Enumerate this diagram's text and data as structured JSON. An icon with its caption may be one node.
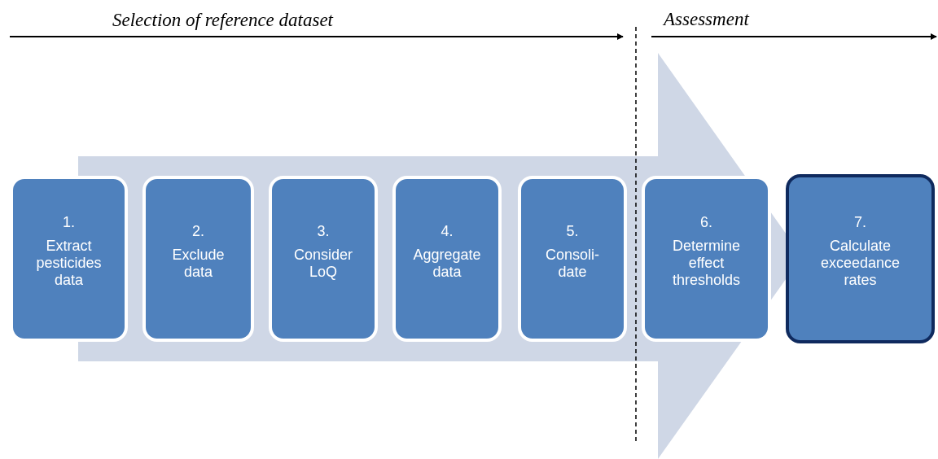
{
  "diagram": {
    "nodes": [
      {
        "text": [
          "1.",
          "Extract pesticides data"
        ]
      },
      {
        "text": [
          "2.",
          "Exclude data"
        ]
      },
      {
        "text": [
          "3.",
          "Consider LoQ"
        ]
      },
      {
        "text": [
          "4.",
          "Aggregate data"
        ]
      },
      {
        "text": [
          "5.",
          "Consoli-date"
        ]
      },
      {
        "text": [
          "6.",
          "Determine effect thresholds"
        ]
      },
      {
        "text": [
          "7.",
          "Calculate exceedance rates"
        ]
      }
    ],
    "edges": [
      {
        "from": 0,
        "to": 6,
        "arrow": "to"
      }
    ],
    "labels": [
      "Selection of reference dataset",
      "Assessment"
    ]
  }
}
